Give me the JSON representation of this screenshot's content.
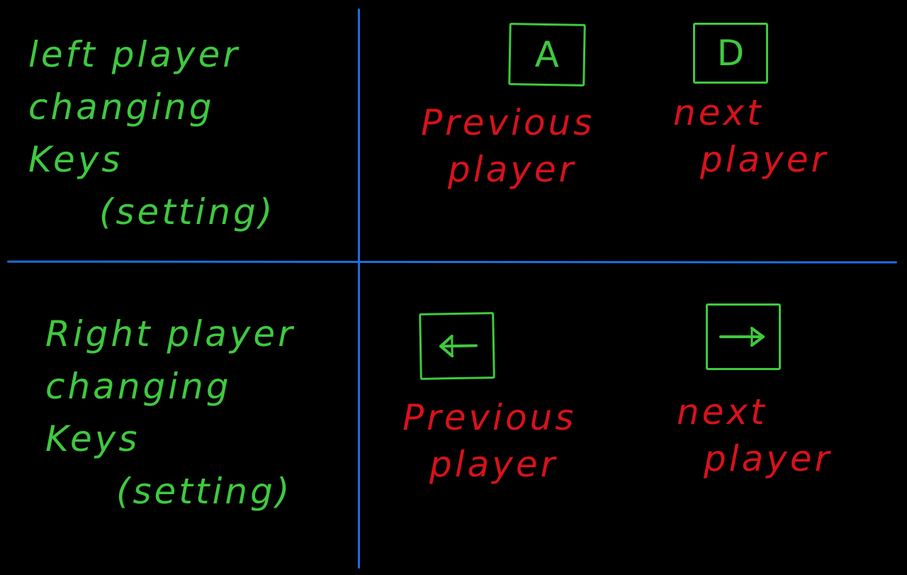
{
  "left_section": {
    "lines": [
      "left player",
      "changing",
      "Keys",
      "(setting)"
    ]
  },
  "right_section": {
    "lines": [
      "Right player",
      "changing",
      "Keys",
      "(setting)"
    ]
  },
  "keys": {
    "a": {
      "label": "A",
      "action_lines": [
        "Previous",
        "player"
      ]
    },
    "d": {
      "label": "D",
      "action_lines": [
        "next",
        "player"
      ]
    },
    "left_arrow": {
      "icon": "arrow-left-icon",
      "action_lines": [
        "Previous",
        "player"
      ]
    },
    "right_arrow": {
      "icon": "arrow-right-icon",
      "action_lines": [
        "next",
        "player"
      ]
    }
  },
  "colors": {
    "background": "#000000",
    "divider": "#1f6fe0",
    "description_text": "#3fc93f",
    "key_box": "#3fc93f",
    "action_text": "#d8121b"
  }
}
